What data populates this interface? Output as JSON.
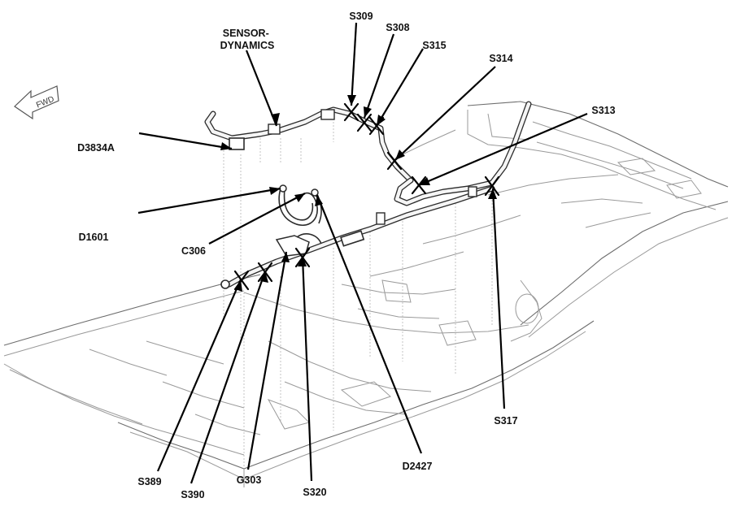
{
  "diagram": {
    "direction_text": "FWD",
    "callouts": [
      {
        "id": "sensor-dynamics",
        "lines": [
          "SENSOR-",
          "DYNAMICS"
        ]
      },
      {
        "id": "s309",
        "lines": [
          "S309"
        ]
      },
      {
        "id": "s308",
        "lines": [
          "S308"
        ]
      },
      {
        "id": "s315",
        "lines": [
          "S315"
        ]
      },
      {
        "id": "s314",
        "lines": [
          "S314"
        ]
      },
      {
        "id": "s313",
        "lines": [
          "S313"
        ]
      },
      {
        "id": "d3834a",
        "lines": [
          "D3834A"
        ]
      },
      {
        "id": "d1601",
        "lines": [
          "D1601"
        ]
      },
      {
        "id": "c306",
        "lines": [
          "C306"
        ]
      },
      {
        "id": "s317",
        "lines": [
          "S317"
        ]
      },
      {
        "id": "d2427",
        "lines": [
          "D2427"
        ]
      },
      {
        "id": "s389",
        "lines": [
          "S389"
        ]
      },
      {
        "id": "s390",
        "lines": [
          "S390"
        ]
      },
      {
        "id": "g303",
        "lines": [
          "G303"
        ]
      },
      {
        "id": "s320",
        "lines": [
          "S320"
        ]
      }
    ]
  }
}
